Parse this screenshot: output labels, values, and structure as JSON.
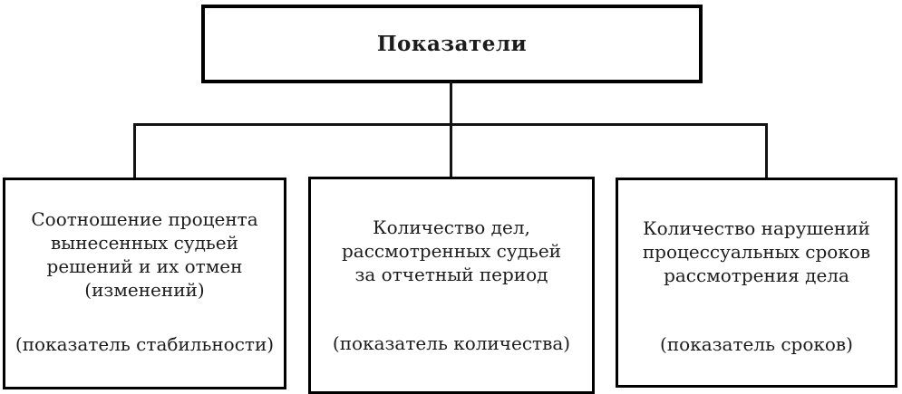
{
  "diagram": {
    "title": "Показатели",
    "root": {
      "label": "Показатели"
    },
    "children": [
      {
        "main": "Соотношение процента\nвынесенных судьей\nрешений и их отмен\n(изменений)",
        "note": "(показатель стабильности)"
      },
      {
        "main": "Количество дел,\nрассмотренных судьей\nза отчетный период",
        "note": "(показатель количества)"
      },
      {
        "main": "Количество нарушений\nпроцессуальных сроков\nрассмотрения дела",
        "note": "(показатель сроков)"
      }
    ]
  },
  "colors": {
    "border": "#000000",
    "line": "#141414",
    "text": "#1c1c1c",
    "background": "#ffffff"
  }
}
